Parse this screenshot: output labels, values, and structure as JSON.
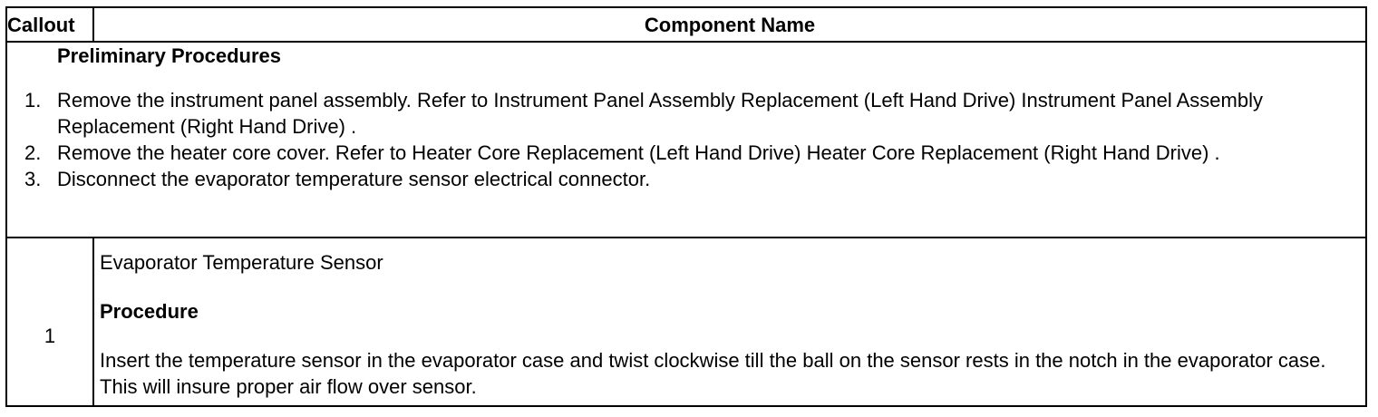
{
  "table": {
    "header_callout": "Callout",
    "header_component": "Component Name"
  },
  "preliminary": {
    "title": "Preliminary Procedures",
    "steps": [
      {
        "num": "1.",
        "text": "Remove the instrument panel assembly. Refer to Instrument Panel Assembly Replacement (Left Hand Drive) Instrument Panel Assembly Replacement (Right Hand Drive) ."
      },
      {
        "num": "2.",
        "text": "Remove the heater core cover. Refer to Heater Core Replacement (Left Hand Drive) Heater Core Replacement (Right Hand Drive) ."
      },
      {
        "num": "3.",
        "text": "Disconnect the evaporator temperature sensor electrical connector."
      }
    ]
  },
  "component": {
    "callout": "1",
    "name": "Evaporator Temperature Sensor",
    "procedure_label": "Procedure",
    "procedure_text": "Insert the temperature sensor in the evaporator case and twist clockwise till the ball on the sensor rests in the notch in the evaporator case. This will insure proper air flow over sensor."
  }
}
